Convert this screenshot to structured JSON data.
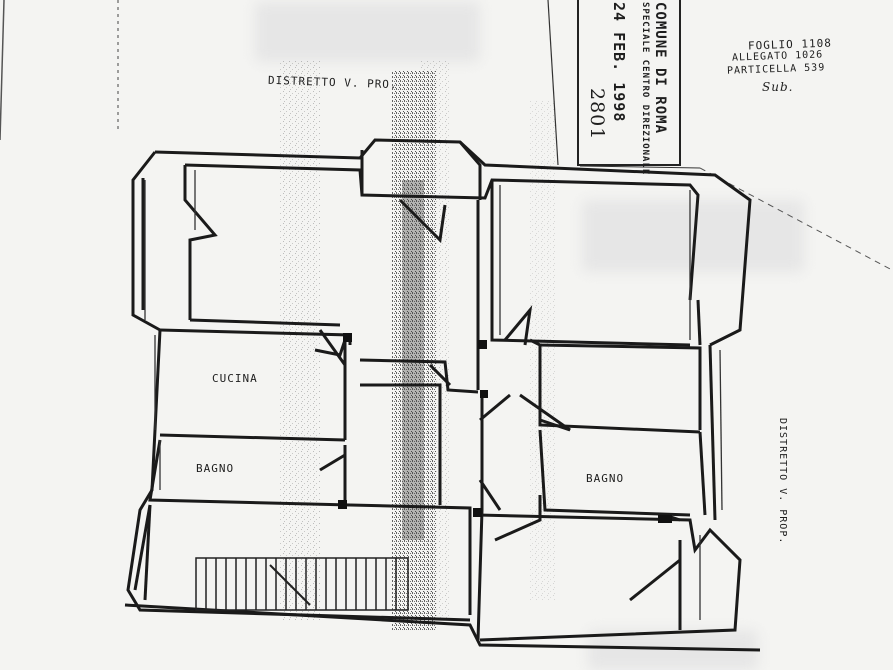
{
  "header": {
    "district_top": "DISTRETTO V. PRO.",
    "stamp_office": "COMUNE DI ROMA",
    "stamp_office_sub": "SPECIALE CENTRO DIREZIONALE",
    "stamp_date": "24 FEB. 1998",
    "stamp_number": "2801"
  },
  "references": {
    "foglio": "FOGLIO 1108",
    "allegato": "ALLEGATO 1026",
    "particella": "PARTICELLA 539",
    "sub": "Sub."
  },
  "rooms": {
    "kitchen": "CUCINA",
    "bath_left": "BAGNO",
    "bath_right": "BAGNO"
  },
  "side_label": "DISTRETTO V. PROP.",
  "colors": {
    "paper": "#f4f4f2",
    "ink": "#1e1e1e",
    "noise": "#555555"
  }
}
